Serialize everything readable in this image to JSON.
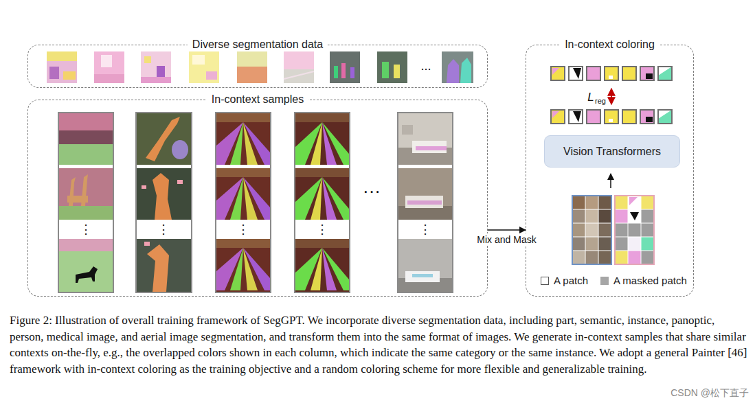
{
  "diagram": {
    "caption": "Figure 2: Illustration of overall training framework of SegGPT. We incorporate diverse segmentation data, including part, semantic, instance, panoptic, person, medical image, and aerial image segmentation, and transform them into the same format of images. We generate in-context samples that share similar contexts on-the-fly, e.g., the overlapped colors shown in each column, which indicate the same category or the same instance. We adopt a general Painter [46] framework with in-context coloring as the training objective and a random coloring scheme for more flexible and generalizable training.",
    "nodes": [
      {
        "text": [
          "Diverse segmentation data"
        ]
      },
      {
        "text": [
          "In-context samples"
        ]
      },
      {
        "text": [
          "In-context coloring"
        ]
      },
      {
        "text": [
          "Vision Transformers"
        ],
        "in": 2
      }
    ],
    "edges": [
      {
        "from": 1,
        "to": 2,
        "arrow": "to",
        "label": "Mix and Mask"
      }
    ],
    "labels": [
      "...",
      "⋮",
      "⋮",
      "⋮",
      "⋮",
      "···",
      "⋮",
      "L",
      "reg",
      "CSDN @松下直子"
    ],
    "legend": [
      {
        "text": "A patch"
      },
      {
        "text": "A masked patch",
        "color": "#a6a6a6"
      }
    ]
  }
}
